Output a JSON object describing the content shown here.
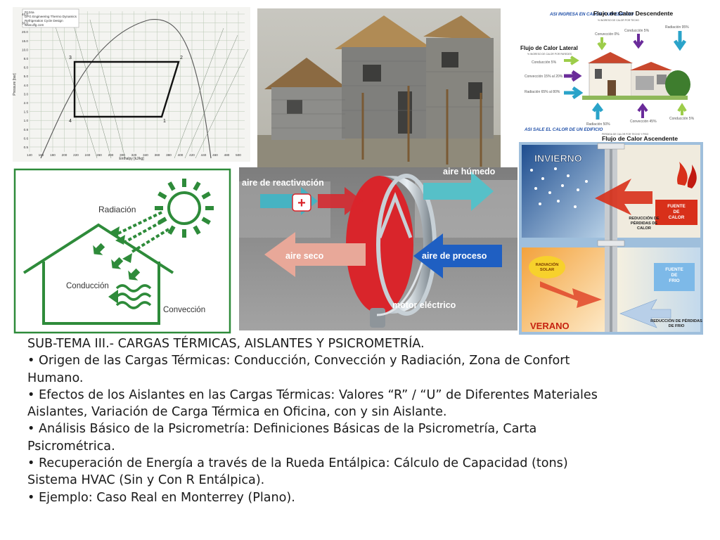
{
  "chart_panel": {
    "header_lines": [
      "R134a",
      "DFG Engineering Thermo Dynamics",
      "Refrigeration Cycle Design",
      "www.dfg.com"
    ],
    "x_label": "Enthalpy [kJ/kg]",
    "y_label": "Pressure [bar]",
    "x_ticks": [
      "140",
      "160",
      "180",
      "200",
      "220",
      "240",
      "260",
      "280",
      "300",
      "320",
      "340",
      "360",
      "380",
      "400",
      "420",
      "440",
      "460",
      "480",
      "500"
    ],
    "y_ticks": [
      "40.0",
      "30.0",
      "20.0",
      "15.0",
      "10.0",
      "8.0",
      "6.0",
      "5.0",
      "4.0",
      "3.0",
      "2.0",
      "1.5",
      "1.0",
      "0.8",
      "0.6",
      "0.5"
    ]
  },
  "heat_flow": {
    "in_title": "ASI INGRESA EN CALOR A UN EDIFICIO",
    "down_title": "Flujo de Calor Descendente",
    "down_sub": "% INGRESO DE CALOR POR TECHO",
    "down_labels": [
      "Convección 0%",
      "Conducción 5%",
      "Radiación 95%"
    ],
    "lateral_title": "Flujo de Calor Lateral",
    "lateral_sub": "% INGRESO DE CALOR POR PAREDES",
    "lateral_labels": [
      "Conducción 5%",
      "Convección 15% al 20%",
      "Radiación 65% al 80%"
    ],
    "out_title": "ASI SALE EL CALOR DE UN EDIFICIO",
    "up_title": "Flujo de Calor Ascendente",
    "up_sub": "PERDIDA DE CALOR POR TECHO Y PISO",
    "up_labels": [
      "Radiación 50%",
      "Convección 45%",
      "Conducción 5%"
    ]
  },
  "seasons": {
    "winter": "INVIERNO",
    "winter_source": "FUENTE DE CALOR",
    "winter_reduction": "REDUCCIÓN DE PÉRDIDAS DE CALOR",
    "summer": "VERANO",
    "summer_radiation": "RADIACIÓN SOLAR",
    "summer_source": "FUENTE DE FRIO",
    "summer_reduction": "REDUCCIÓN DE PÉRDIDAS DE FRIO"
  },
  "house_diagram": {
    "radiation": "Radiación",
    "conduction": "Conducción",
    "convection": "Convección"
  },
  "wheel": {
    "reactivation_air": "aire de reactivación",
    "humid_air": "aire húmedo",
    "dry_air": "aire seco",
    "process_air": "aire de proceso",
    "motor": "motor eléctrico"
  },
  "text": {
    "lines": [
      "SUB-TEMA III.- CARGAS TÉRMICAS, AISLANTES Y PSICROMETRÍA.",
      "• Origen de las Cargas Térmicas: Conducción, Convección y Radiación, Zona de Confort",
      "Humano.",
      "• Efectos de los Aislantes en las Cargas Térmicas: Valores “R” / “U” de Diferentes Materiales",
      "Aislantes, Variación de Carga Térmica en Oficina, con y sin Aislante.",
      "• Análisis Básico de la Psicrometría: Definiciones Básicas de la Psicrometría, Carta",
      "Psicrométrica.",
      "• Recuperación de Energía a través de la Rueda Entálpica: Cálculo de Capacidad (tons)",
      "Sistema HVAC (Sin y Con R Entálpica).",
      "• Ejemplo: Caso Real en Monterrey (Plano)."
    ]
  },
  "colors": {
    "text": "#1a1a1a",
    "diagram_green": "#2e8b3a",
    "wheel_red": "#d9252b",
    "arrow_cyan": "#3fb3c4",
    "arrow_blue": "#1f5fc2",
    "winter_red": "#d8301a",
    "summer_orange": "#f29a2e"
  }
}
